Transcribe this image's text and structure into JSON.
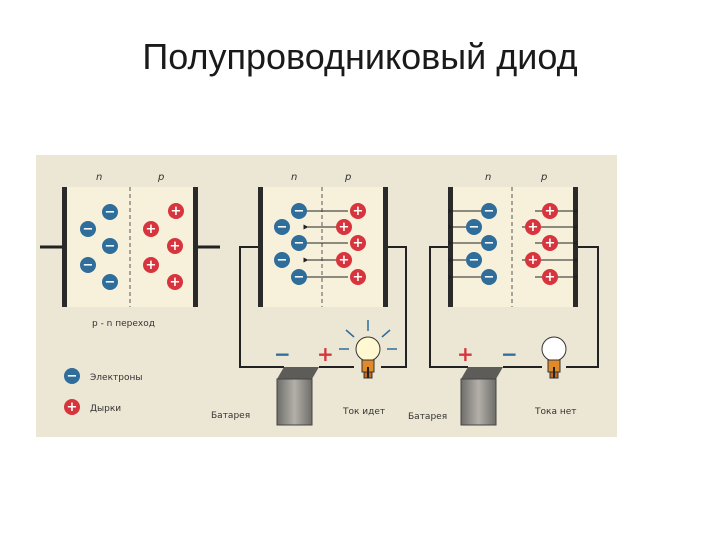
{
  "slide": {
    "title": "Полупроводниковый диод"
  },
  "figure": {
    "colors": {
      "background": "#ece7d5",
      "crystal": "#f7f1dc",
      "electron": "#2f6d9a",
      "hole": "#d8343d",
      "wire": "#222222",
      "plate": "#2a2a2a",
      "battery": "#8c8a85"
    },
    "panels": [
      {
        "n_label": "n",
        "p_label": "p",
        "caption": "p - n переход"
      },
      {
        "n_label": "n",
        "p_label": "p",
        "battery_left_sign": "−",
        "battery_right_sign": "+",
        "battery_label": "Батарея",
        "lamp_label": "Ток идет",
        "lamp_on": true
      },
      {
        "n_label": "n",
        "p_label": "p",
        "battery_left_sign": "+",
        "battery_right_sign": "−",
        "battery_label": "Батарея",
        "lamp_label": "Тока нет",
        "lamp_on": false
      }
    ],
    "legend": [
      {
        "symbol": "−",
        "label": "Электроны",
        "icon": "electron-icon"
      },
      {
        "symbol": "+",
        "label": "Дырки",
        "icon": "hole-icon"
      }
    ]
  }
}
